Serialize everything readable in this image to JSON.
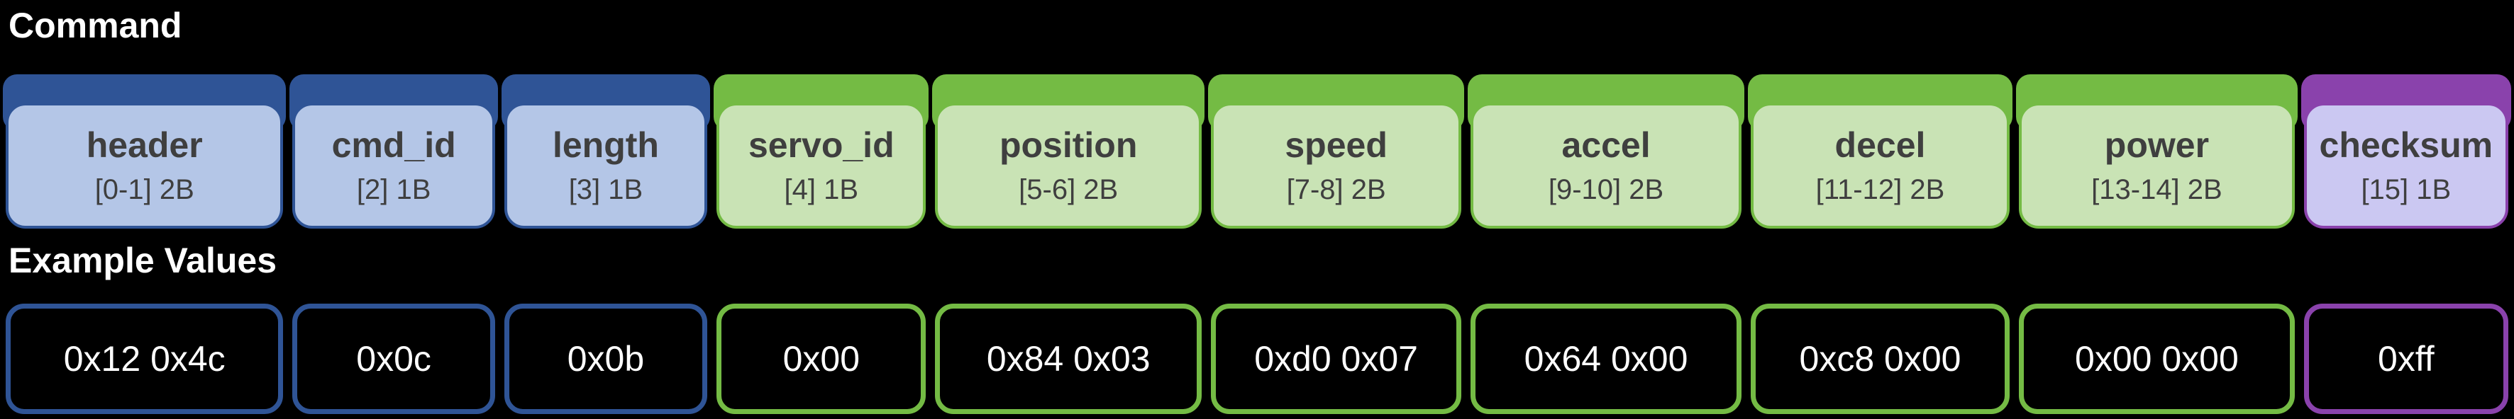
{
  "titles": {
    "command": "Command",
    "example_values": "Example Values"
  },
  "fields": [
    {
      "label": "header",
      "byte_range": "[0-1] 2B",
      "example_value": "0x12 0x4c",
      "color": "blue"
    },
    {
      "label": "cmd_id",
      "byte_range": "[2] 1B",
      "example_value": "0x0c",
      "color": "blue"
    },
    {
      "label": "length",
      "byte_range": "[3] 1B",
      "example_value": "0x0b",
      "color": "blue"
    },
    {
      "label": "servo_id",
      "byte_range": "[4] 1B",
      "example_value": "0x00",
      "color": "green"
    },
    {
      "label": "position",
      "byte_range": "[5-6] 2B",
      "example_value": "0x84 0x03",
      "color": "green"
    },
    {
      "label": "speed",
      "byte_range": "[7-8] 2B",
      "example_value": "0xd0 0x07",
      "color": "green"
    },
    {
      "label": "accel",
      "byte_range": "[9-10] 2B",
      "example_value": "0x64 0x00",
      "color": "green"
    },
    {
      "label": "decel",
      "byte_range": "[11-12] 2B",
      "example_value": "0xc8 0x00",
      "color": "green"
    },
    {
      "label": "power",
      "byte_range": "[13-14] 2B",
      "example_value": "0x00 0x00",
      "color": "green"
    },
    {
      "label": "checksum",
      "byte_range": "[15] 1B",
      "example_value": "0xff",
      "color": "purple"
    }
  ],
  "colors": {
    "blue_dark": "#2F5496",
    "blue_light": "#B4C6E7",
    "green_dark": "#74BB44",
    "green_light": "#C9E3B5",
    "purple_dark": "#8A42AC",
    "purple_light": "#CBC8F2",
    "label_text": "#3F3F3F",
    "title_text": "#FFFFFF",
    "value_text": "#FFFFFF",
    "background": "#000000"
  }
}
